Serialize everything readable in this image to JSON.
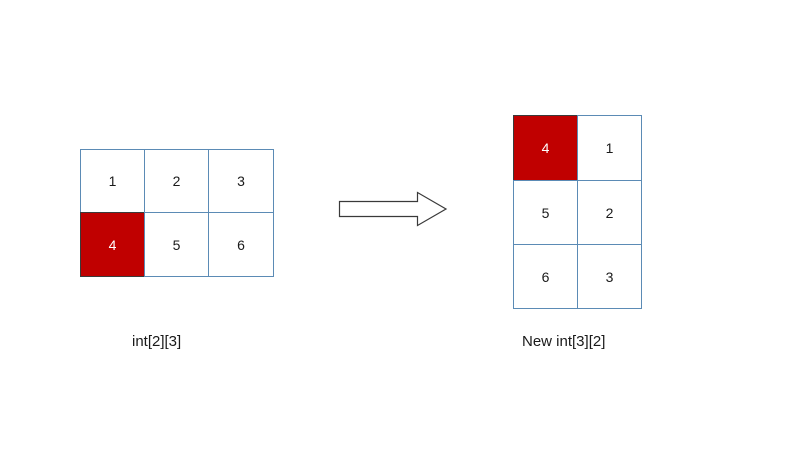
{
  "colors": {
    "cell_border": "#5b8bb5",
    "highlight_fill": "#c00000",
    "highlight_text": "#ffffff",
    "text": "#1a1a1a"
  },
  "source_matrix": {
    "label": "int[2][3]",
    "rows": [
      [
        {
          "value": "1",
          "highlight": false
        },
        {
          "value": "2",
          "highlight": false
        },
        {
          "value": "3",
          "highlight": false
        }
      ],
      [
        {
          "value": "4",
          "highlight": true
        },
        {
          "value": "5",
          "highlight": false
        },
        {
          "value": "6",
          "highlight": false
        }
      ]
    ]
  },
  "target_matrix": {
    "label": "New int[3][2]",
    "rows": [
      [
        {
          "value": "4",
          "highlight": true
        },
        {
          "value": "1",
          "highlight": false
        }
      ],
      [
        {
          "value": "5",
          "highlight": false
        },
        {
          "value": "2",
          "highlight": false
        }
      ],
      [
        {
          "value": "6",
          "highlight": false
        },
        {
          "value": "3",
          "highlight": false
        }
      ]
    ]
  },
  "arrow": {
    "icon": "right-arrow-icon"
  }
}
